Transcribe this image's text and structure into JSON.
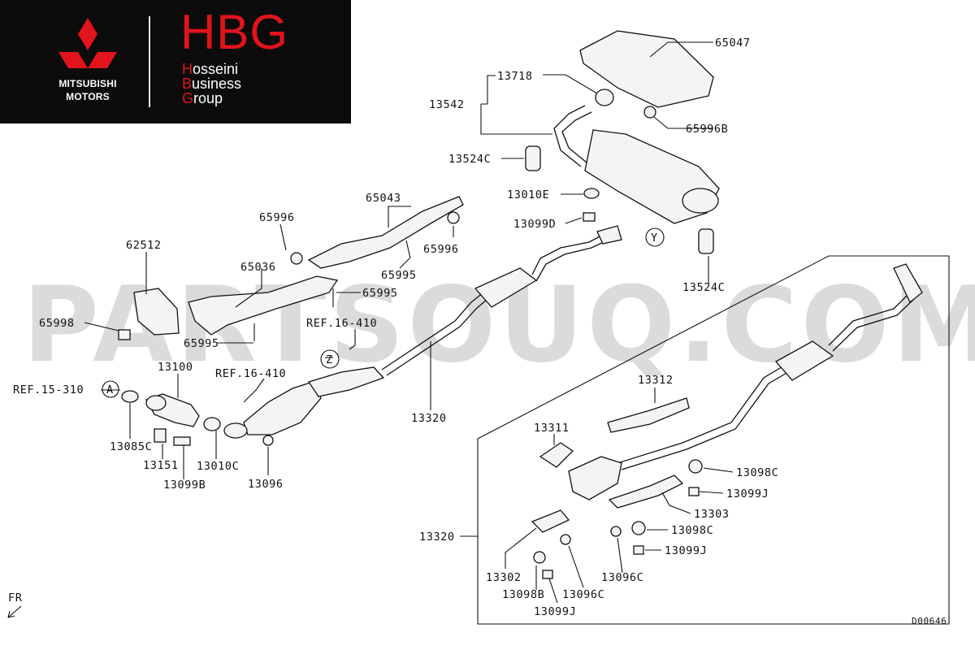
{
  "logo": {
    "brand_line1": "MITSUBISHI",
    "brand_line2": "MOTORS",
    "company_abbr": "HBG",
    "company_line1_initial": "H",
    "company_line1_rest": "osseini",
    "company_line2_initial": "B",
    "company_line2_rest": "usiness",
    "company_line3_initial": "G",
    "company_line3_rest": "roup",
    "colors": {
      "background": "#0b0b0b",
      "accent": "#e2141b",
      "text": "#ffffff"
    }
  },
  "watermark": "PARTSOUQ.COM",
  "diagram_code": "D00646",
  "direction_label": "FR",
  "markers": {
    "a": "A",
    "y": "Y",
    "z": "Z"
  },
  "labels": {
    "p65047": "65047",
    "p13718": "13718",
    "p13542": "13542",
    "p65996b": "65996B",
    "p13524c_top": "13524C",
    "p13010e": "13010E",
    "p13099d": "13099D",
    "p13524c_bottom": "13524C",
    "p65043": "65043",
    "p65996_left": "65996",
    "p65996_right": "65996",
    "p65995_top": "65995",
    "p65995_mid": "65995",
    "p65995_low": "65995",
    "p62512": "62512",
    "p65036": "65036",
    "p65998": "65998",
    "ref16410_upper": "REF.16-410",
    "ref16410_lower": "REF.16-410",
    "ref15310": "REF.15-310",
    "p13100": "13100",
    "p13085c": "13085C",
    "p13151": "13151",
    "p13099b": "13099B",
    "p13010c": "13010C",
    "p13096": "13096",
    "p13320_main": "13320",
    "p13312": "13312",
    "p13311": "13311",
    "p13098c_top": "13098C",
    "p13099j_top": "13099J",
    "p13303": "13303",
    "p13098c_mid": "13098C",
    "p13099j_mid": "13099J",
    "p13320_inset": "13320",
    "p13302": "13302",
    "p13098b": "13098B",
    "p13096c_left": "13096C",
    "p13096c_right": "13096C",
    "p13099j_bottom": "13099J"
  }
}
